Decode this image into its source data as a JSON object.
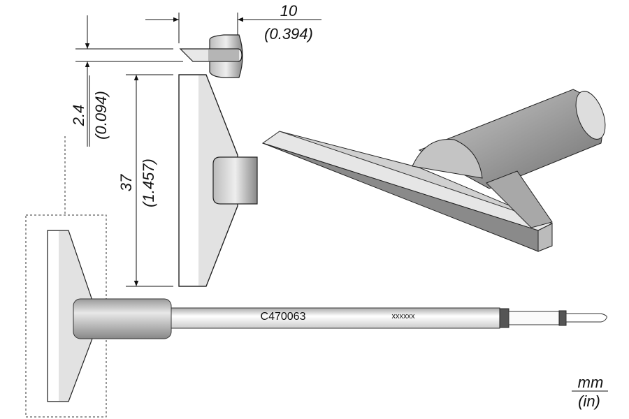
{
  "drawing": {
    "part_number": "C470063",
    "serial_placeholder": "xxxxxx",
    "dimensions": {
      "width": {
        "mm": "10",
        "in": "(0.394)"
      },
      "thickness": {
        "mm": "2.4",
        "in": "(0.094)"
      },
      "length": {
        "mm": "37",
        "in": "(1.457)"
      }
    },
    "units": {
      "primary": "mm",
      "secondary": "(in)"
    }
  }
}
